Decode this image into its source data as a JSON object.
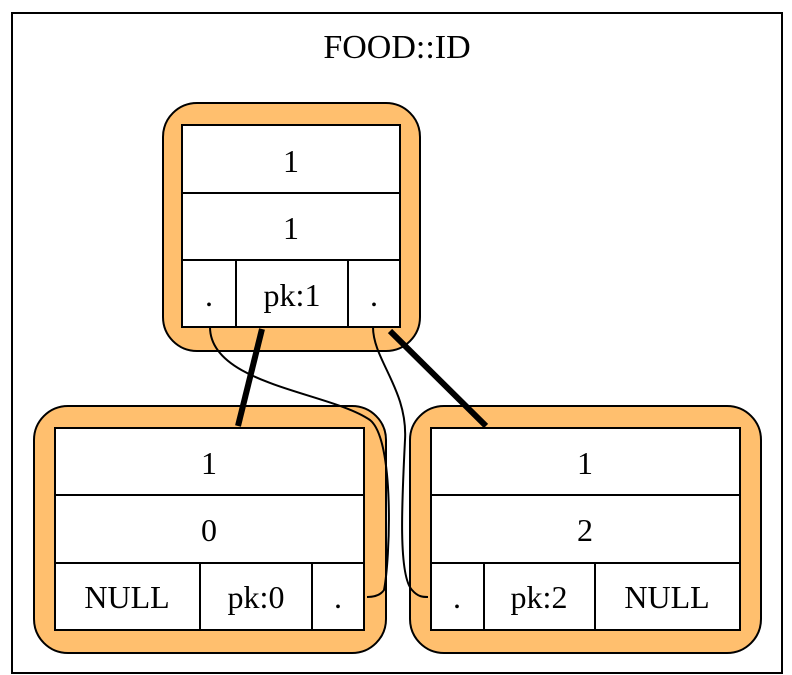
{
  "cluster": {
    "title": "FOOD::ID"
  },
  "nodes": {
    "root": {
      "row1": "1",
      "row2": "1",
      "left": ".",
      "key": "pk:1",
      "right": "."
    },
    "left": {
      "row1": "1",
      "row2": "0",
      "left": "NULL",
      "key": "pk:0",
      "right": "."
    },
    "right": {
      "row1": "1",
      "row2": "2",
      "left": ".",
      "key": "pk:2",
      "right": "NULL"
    }
  },
  "colors": {
    "node_fill": "#FFBF6E",
    "stroke": "#000000",
    "cell_fill": "#FFFFFF"
  }
}
